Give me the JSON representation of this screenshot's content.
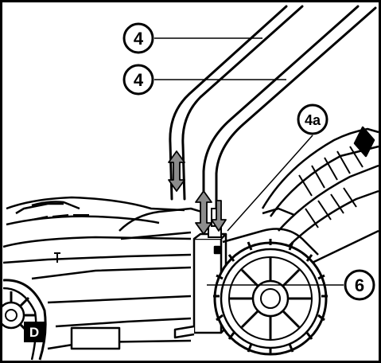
{
  "figure": {
    "panel_label": "D",
    "callouts": [
      {
        "id": "4-top",
        "label": "4"
      },
      {
        "id": "4-bottom",
        "label": "4"
      },
      {
        "id": "4a",
        "label": "4a"
      },
      {
        "id": "6",
        "label": "6"
      }
    ]
  },
  "colors": {
    "line": "#000000",
    "arrow_fill": "#8c8c8c",
    "panel_bg": "#000000",
    "panel_fg": "#ffffff"
  },
  "icons": {
    "up_down_arrow": "double-headed-vertical-arrow",
    "down_arrow": "downward-arrow"
  }
}
